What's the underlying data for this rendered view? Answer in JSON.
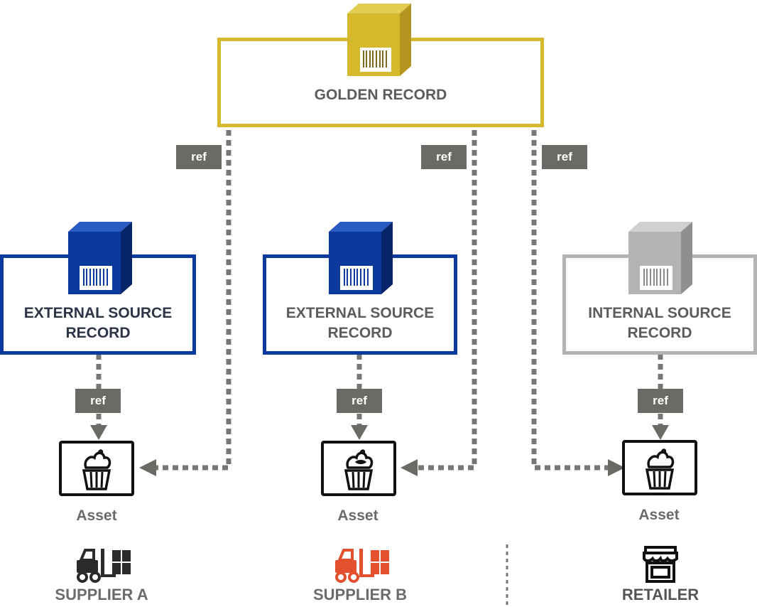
{
  "golden_record": {
    "label": "GOLDEN RECORD",
    "color": "#d6b82c"
  },
  "source_records": [
    {
      "line1": "EXTERNAL SOURCE",
      "line2": "RECORD",
      "color": "#0b3a9c",
      "label_color": "#2c3448"
    },
    {
      "line1": "EXTERNAL SOURCE",
      "line2": "RECORD",
      "color": "#0b3a9c",
      "label_color": "#5c5c5c"
    },
    {
      "line1": "INTERNAL SOURCE",
      "line2": "RECORD",
      "color": "#b3b3b3",
      "label_color": "#5c5c5c"
    }
  ],
  "ref_label": "ref",
  "asset_label": "Asset",
  "parties": [
    {
      "label": "SUPPLIER A",
      "color": "#6b6b6b",
      "icon": "forklift-icon",
      "icon_color": "#2a2a2a"
    },
    {
      "label": "SUPPLIER B",
      "color": "#6b6b6b",
      "icon": "forklift-icon",
      "icon_color": "#e2502e"
    },
    {
      "label": "RETAILER",
      "color": "#555555",
      "icon": "storefront-icon",
      "icon_color": "#111111"
    }
  ],
  "colors": {
    "connector": "#777777",
    "ref_tag": "#6b6b65"
  }
}
